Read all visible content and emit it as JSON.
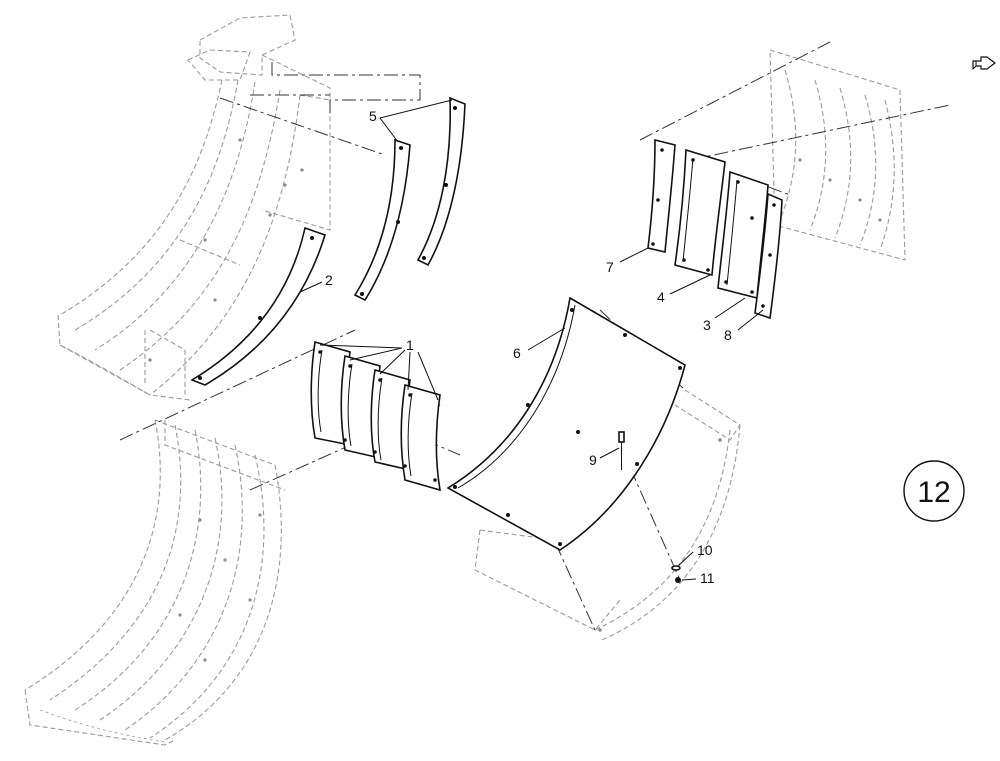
{
  "callouts": [
    {
      "id": "1",
      "label": "1"
    },
    {
      "id": "2",
      "label": "2"
    },
    {
      "id": "3",
      "label": "3"
    },
    {
      "id": "4",
      "label": "4"
    },
    {
      "id": "5",
      "label": "5"
    },
    {
      "id": "6",
      "label": "6"
    },
    {
      "id": "7",
      "label": "7"
    },
    {
      "id": "8",
      "label": "8"
    },
    {
      "id": "9",
      "label": "9"
    },
    {
      "id": "10",
      "label": "10"
    },
    {
      "id": "11",
      "label": "11"
    }
  ],
  "page_badge": "12",
  "icons": {
    "corner": "pointing-hand-icon"
  }
}
